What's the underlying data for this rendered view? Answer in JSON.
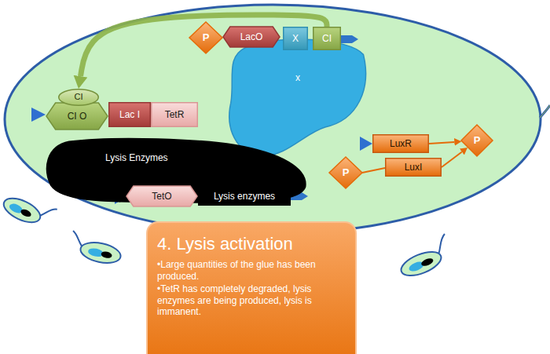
{
  "diagram": {
    "nodes": [
      {
        "text": [
          "P"
        ]
      },
      {
        "text": [
          "LacO"
        ]
      },
      {
        "text": [
          "X"
        ]
      },
      {
        "text": [
          "CI"
        ]
      },
      {
        "text": [
          "x"
        ]
      },
      {
        "text": [
          "CI"
        ]
      },
      {
        "text": [
          "CI O"
        ]
      },
      {
        "text": [
          "Lac I"
        ]
      },
      {
        "text": [
          "TetR"
        ]
      },
      {
        "text": [
          "LuxR"
        ]
      },
      {
        "text": [
          "P"
        ]
      },
      {
        "text": [
          "Lysis Enzymes"
        ]
      },
      {
        "text": [
          "P"
        ]
      },
      {
        "text": [
          "LuxI"
        ]
      },
      {
        "text": [
          "TetO"
        ]
      },
      {
        "text": [
          "Lysis enzymes"
        ]
      },
      {
        "text": [
          "4. Lysis activation",
          "•Large quantities of the glue has been produced.",
          "•TetR has completely degraded, lysis enzymes are being produced, lysis is immanent."
        ]
      }
    ],
    "edges": [
      {
        "from": 3,
        "to": 5,
        "arrow": "to"
      },
      {
        "from": 9,
        "to": 10,
        "arrow": "to"
      },
      {
        "from": 13,
        "to": 10,
        "arrow": "to"
      }
    ]
  }
}
